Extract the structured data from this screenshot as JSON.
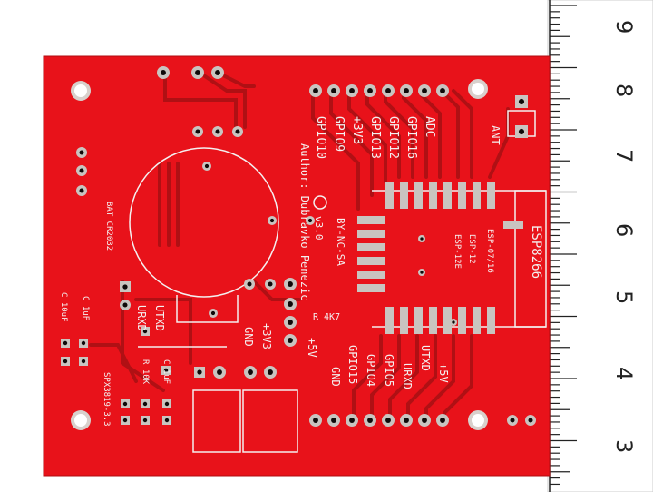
{
  "board": {
    "colors": {
      "pcb": "#e8121a",
      "pcb_dark": "#c20d12",
      "copper": "#d01a1e",
      "trace": "#b01014",
      "silkscreen": "#f4f0f0",
      "pad": "#c9c4c0",
      "hole": "#0f0a0a",
      "ruler": "#ffffff",
      "ruler_ink": "#222222"
    },
    "header_labels_top": [
      "GPIO10",
      "GPIO9",
      "+3V3",
      "GPIO13",
      "GPIO12",
      "GPIO16",
      "ADC"
    ],
    "header_labels_bottom": [
      "GPIO15",
      "GPIO4",
      "GPIO5",
      "URXD",
      "UTXD",
      "+5V"
    ],
    "bottom_gnd": "GND",
    "author_line": "Author: Dubravko Penezic",
    "license": "BY-NC-SA",
    "version": "v3.0",
    "module_title": "ESP8266",
    "module_variants": [
      "ESP-07/16",
      "ESP-12",
      "ESP-12E"
    ],
    "antenna": "ANT",
    "battery": "BAT CR2032",
    "resistor_r": "R 4K7",
    "uart_tx": "UTXD",
    "uart_rx": "URXD",
    "power_3v3": "+3V3",
    "power_gnd": "GND",
    "power_5v": "+5V",
    "gnd_bottom": "GND",
    "cap_c1uf_a": "C 1uF",
    "cap_c10uf": "C 10uF",
    "cap_c1uf_b": "C 1uF",
    "resistor_10k": "R 10K",
    "regulator": "SPX3819-3.3"
  },
  "ruler": {
    "numbers": [
      "9",
      "8",
      "7",
      "6",
      "5",
      "4",
      "3"
    ]
  }
}
